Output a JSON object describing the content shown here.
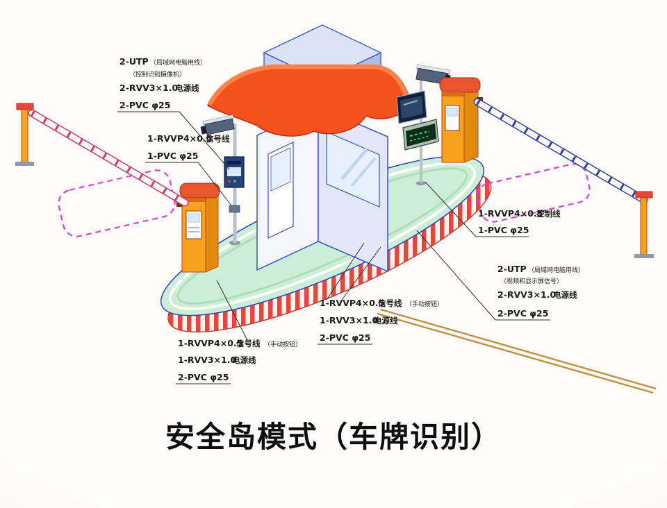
{
  "title": "安全岛模式（车牌识别）",
  "palette": {
    "roof_orange": "#f4511e",
    "machine_orange": "#f6a21e",
    "island_green": "#cdeed6",
    "curb_red": "#e8453c",
    "loop_magenta": "#e13ddb",
    "edge_blue": "#3b4fd6",
    "road_tan": "#c09040"
  },
  "callouts": {
    "camera": {
      "t1": "2-UTP",
      "t1n": "（局域网电脑用线）",
      "t2": "（控制识别摄像机）",
      "t3": "2-RVV3×1.0",
      "t3n": "电源线",
      "t4": "2-PVC φ25"
    },
    "pole_signal": {
      "t1": "1-RVVP4×0.5",
      "t1n": "信号线",
      "t2": "1-PVC φ25"
    },
    "control": {
      "t1": "1-RVVP4×0.5",
      "t1n": "控制线",
      "t2": "1-PVC φ25"
    },
    "display": {
      "t1": "2-UTP",
      "t1n": "（局域网电脑用线）",
      "t2": "（视频和显示屏信号）",
      "t3": "2-RVV3×1.0",
      "t3n": "电源线",
      "t4": "2-PVC φ25"
    },
    "barrier_right": {
      "t1": "1-RVVP4×0.5",
      "t1n": "信号线",
      "t1p": "（手动按钮）",
      "t2": "1-RVV3×1.0",
      "t2n": "电源线",
      "t3": "2-PVC φ25"
    },
    "barrier_left": {
      "t1": "1-RVVP4×0.5",
      "t1n": "信号线",
      "t1p": "（手动按钮）",
      "t2": "1-RVV3×1.0",
      "t2n": "电源线",
      "t3": "2-PVC φ25"
    }
  }
}
